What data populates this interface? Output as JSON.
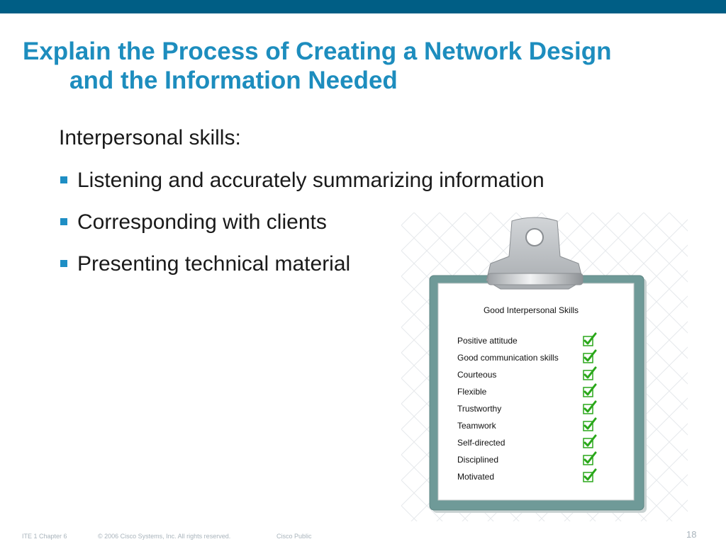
{
  "slide": {
    "title_line1": "Explain the Process of Creating a Network Design",
    "title_line2": "and the Information Needed",
    "intro": "Interpersonal skills:",
    "bullets": [
      "Listening and accurately summarizing information",
      "Corresponding with clients",
      "Presenting technical material"
    ]
  },
  "clipboard": {
    "heading": "Good Interpersonal Skills",
    "items": [
      "Positive attitude",
      "Good communication skills",
      "Courteous",
      "Flexible",
      "Trustworthy",
      "Teamwork",
      "Self-directed",
      "Disciplined",
      "Motivated"
    ]
  },
  "footer": {
    "chapter": "ITE 1 Chapter 6",
    "copyright": "© 2006 Cisco Systems, Inc. All rights reserved.",
    "classification": "Cisco Public",
    "page_number": "18"
  },
  "colors": {
    "top_bar": "#005e85",
    "title": "#1d8dbe",
    "bullet": "#1e8ec4",
    "clipboard_board": "#6f9a98",
    "check": "#2aa71a"
  },
  "icons": {
    "bullet": "square-bullet-icon",
    "checkbox": "checkbox-checked-icon",
    "clipboard": "clipboard-icon"
  }
}
